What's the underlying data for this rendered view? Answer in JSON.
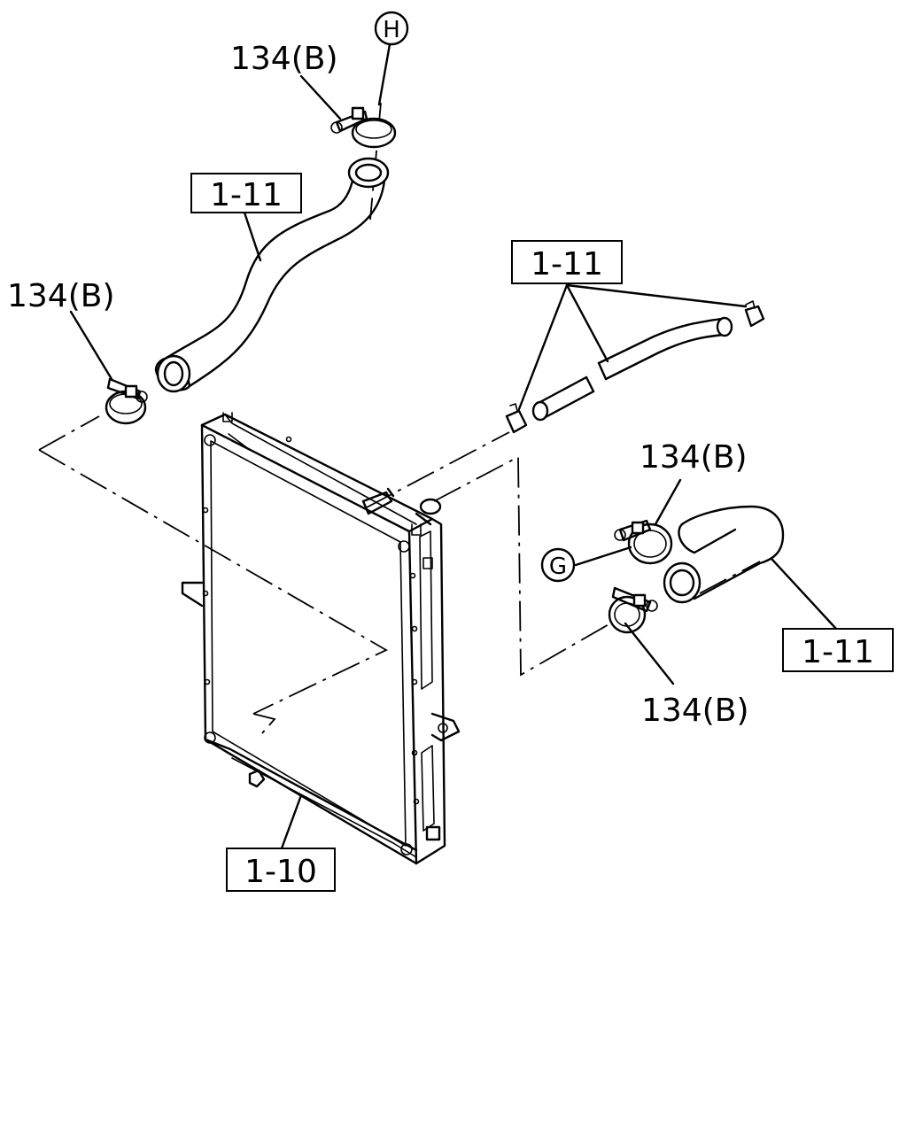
{
  "callouts": {
    "ref_h": "H",
    "ref_g": "G",
    "clamp_upper_top": "134(B)",
    "clamp_upper_left": "134(B)",
    "clamp_right_upper": "134(B)",
    "clamp_right_lower": "134(B)"
  },
  "part_labels": {
    "upper_hose": "1-11",
    "bypass_hose": "1-11",
    "lower_hose": "1-11",
    "radiator": "1-10"
  }
}
